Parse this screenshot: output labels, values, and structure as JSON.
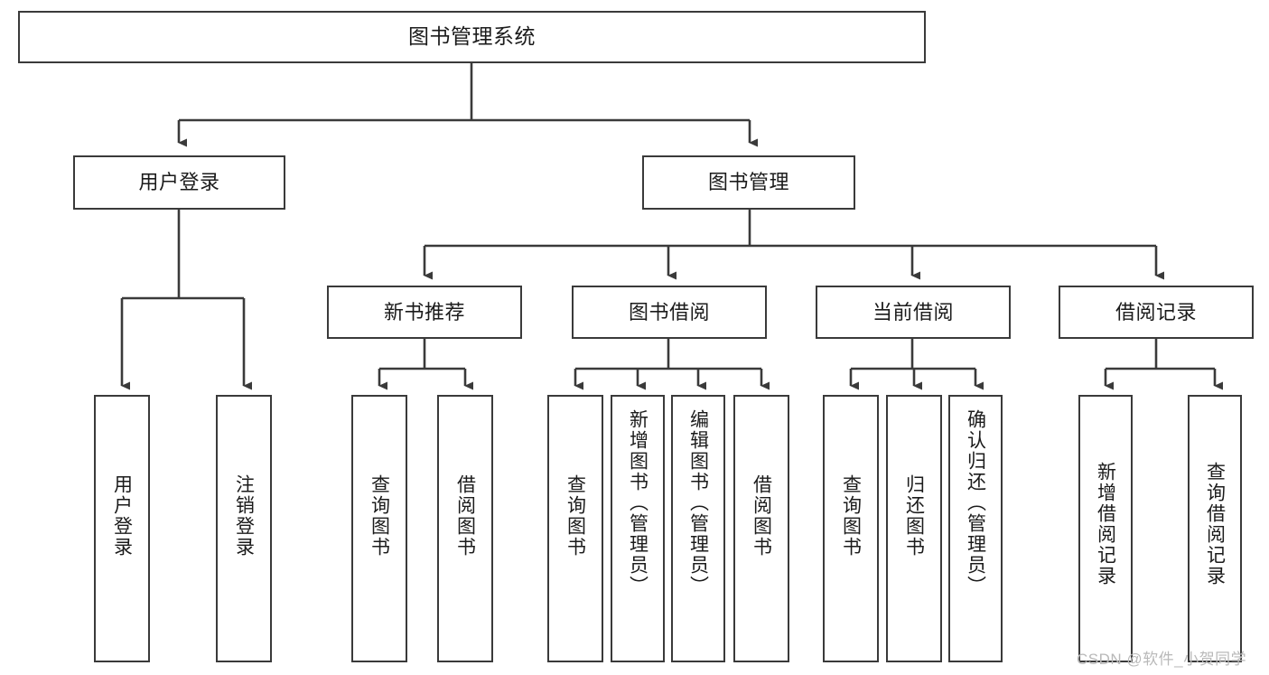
{
  "diagram": {
    "title": "图书管理系统",
    "type": "hierarchy-tree",
    "watermark": "CSDN @软件_小贺同学",
    "colors": {
      "box_border": "#3a3a3a",
      "box_fill": "#ffffff",
      "connector": "#3a3a3a",
      "text": "#1b1b1b",
      "watermark": "#b9b9b9"
    },
    "root": {
      "label": "图书管理系统"
    },
    "level2": [
      {
        "label": "用户登录"
      },
      {
        "label": "图书管理"
      }
    ],
    "level3": [
      {
        "label": "新书推荐"
      },
      {
        "label": "图书借阅"
      },
      {
        "label": "当前借阅"
      },
      {
        "label": "借阅记录"
      }
    ],
    "leaves": {
      "user_login": [
        {
          "label": "用户登录"
        },
        {
          "label": "注销登录"
        }
      ],
      "new_book_recommend": [
        {
          "label": "查询图书"
        },
        {
          "label": "借阅图书"
        }
      ],
      "book_borrow": [
        {
          "label": "查询图书"
        },
        {
          "label": "新增图书（管理员）"
        },
        {
          "label": "编辑图书（管理员）"
        },
        {
          "label": "借阅图书"
        }
      ],
      "current_borrow": [
        {
          "label": "查询图书"
        },
        {
          "label": "归还图书"
        },
        {
          "label": "确认归还（管理员）"
        }
      ],
      "borrow_record": [
        {
          "label": "新增借阅记录"
        },
        {
          "label": "查询借阅记录"
        }
      ]
    }
  }
}
